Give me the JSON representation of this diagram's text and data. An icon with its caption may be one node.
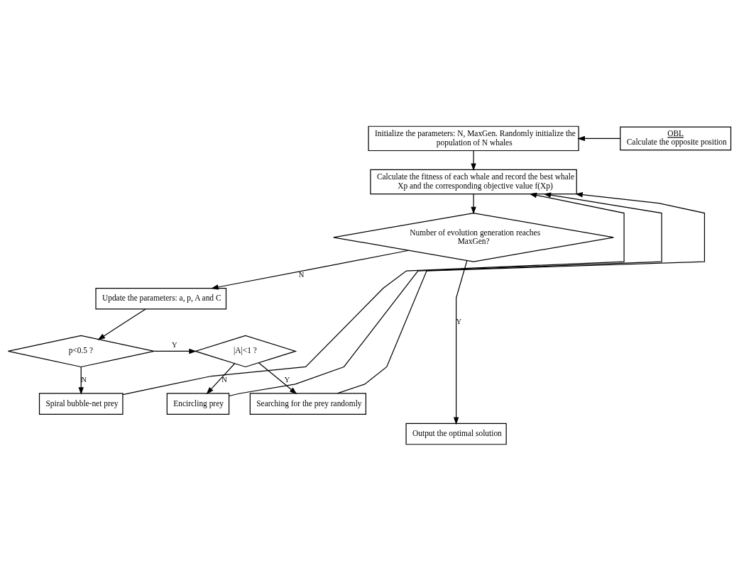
{
  "diagram": {
    "nodes": [
      {
        "text": [
          "Initialize the parameters: N, MaxGen. Randomly initialize the population of N whales"
        ]
      },
      {
        "text": [
          "OBL",
          "Calculate the opposite position"
        ]
      },
      {
        "text": [
          "Calculate the fitness of each whale and record the best whale Xp and the corresponding objective value f(Xp)"
        ]
      },
      {
        "text": [
          "Number of evolution generation reaches MaxGen?"
        ]
      },
      {
        "text": [
          "Update the parameters: a, p, A and C"
        ]
      },
      {
        "text": [
          "p<0.5 ?"
        ]
      },
      {
        "text": [
          "|A|<1 ?"
        ]
      },
      {
        "text": [
          "Spiral bubble-net prey"
        ]
      },
      {
        "text": [
          "Encircling prey"
        ]
      },
      {
        "text": [
          "Searching for the prey randomly"
        ]
      },
      {
        "text": [
          "Output the optimal solution"
        ]
      }
    ],
    "edges": [
      {
        "from": 1,
        "to": 0,
        "arrow": "to"
      },
      {
        "from": 0,
        "to": 2,
        "arrow": "to"
      },
      {
        "from": 2,
        "to": 3,
        "arrow": "to"
      },
      {
        "from": 3,
        "to": 10,
        "label": "Y",
        "arrow": "to"
      },
      {
        "from": 3,
        "to": 4,
        "label": "N",
        "arrow": "to"
      },
      {
        "from": 4,
        "to": 5,
        "arrow": "to"
      },
      {
        "from": 5,
        "to": 7,
        "label": "N",
        "arrow": "to"
      },
      {
        "from": 5,
        "to": 6,
        "label": "Y",
        "arrow": "to"
      },
      {
        "from": 6,
        "to": 8,
        "label": "N",
        "arrow": "to"
      },
      {
        "from": 6,
        "to": 9,
        "label": "Y",
        "arrow": "to"
      },
      {
        "from": 7,
        "to": 2,
        "arrow": "to"
      },
      {
        "from": 8,
        "to": 2,
        "arrow": "to"
      },
      {
        "from": 9,
        "to": 2,
        "arrow": "to"
      }
    ]
  }
}
